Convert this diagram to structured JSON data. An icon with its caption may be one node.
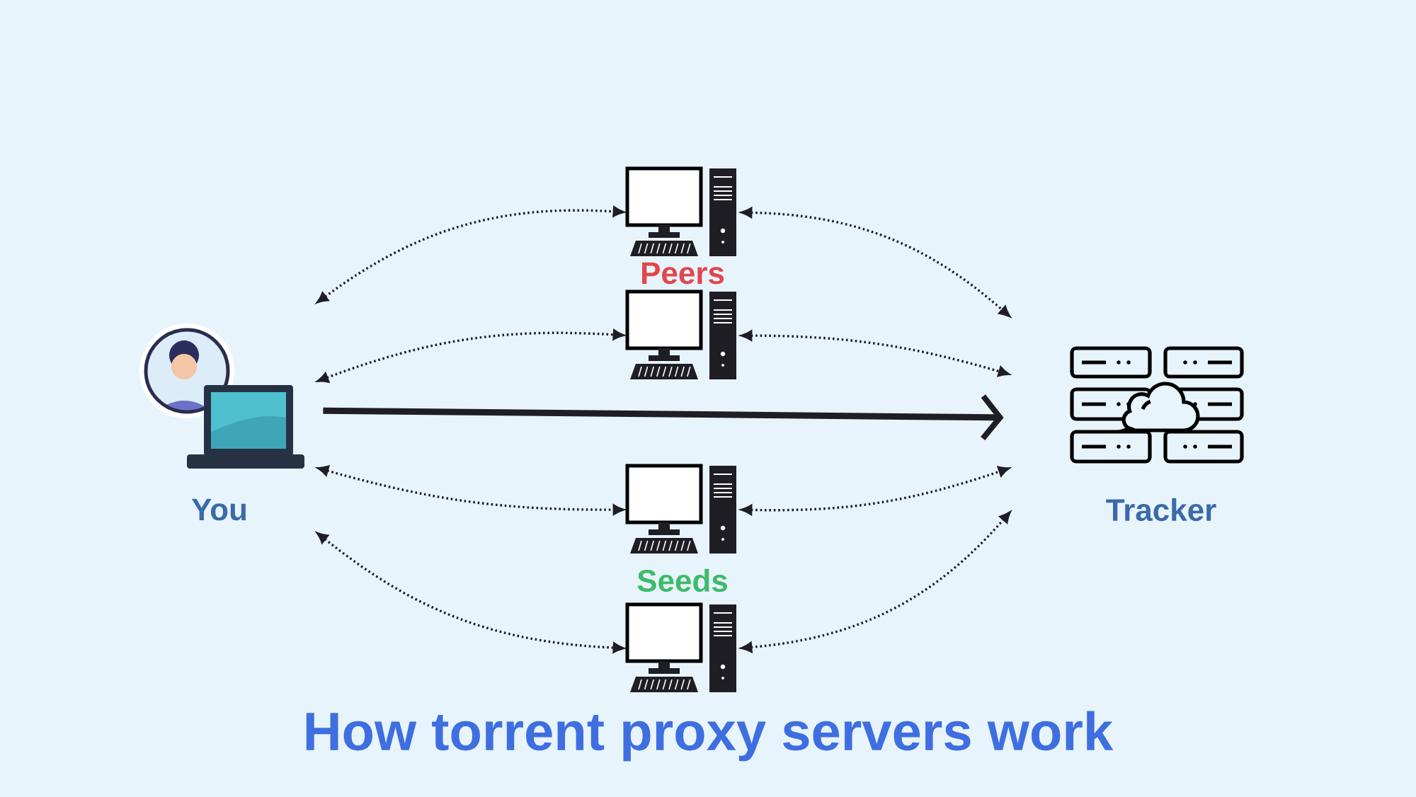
{
  "diagram": {
    "title": "How torrent proxy servers work",
    "nodes": [
      {
        "text": [
          "You"
        ]
      },
      {
        "text": [
          "Tracker"
        ]
      },
      {
        "text": [],
        "shape": "picture"
      },
      {
        "text": [],
        "shape": "picture"
      },
      {
        "text": [],
        "shape": "picture"
      },
      {
        "text": [],
        "shape": "picture"
      }
    ],
    "edges": [
      {
        "from": 0,
        "to": 1,
        "arrow": "to",
        "style": "thick"
      },
      {
        "from": 0,
        "to": 2,
        "arrow": "both",
        "style": "dashed"
      },
      {
        "from": 0,
        "to": 3,
        "arrow": "both",
        "style": "dashed"
      },
      {
        "from": 0,
        "to": 4,
        "arrow": "both",
        "style": "dashed"
      },
      {
        "from": 0,
        "to": 5,
        "arrow": "both",
        "style": "dashed"
      },
      {
        "from": 2,
        "to": 1,
        "arrow": "both",
        "style": "dashed"
      },
      {
        "from": 3,
        "to": 1,
        "arrow": "both",
        "style": "dashed"
      },
      {
        "from": 4,
        "to": 1,
        "arrow": "both",
        "style": "dashed"
      },
      {
        "from": 5,
        "to": 1,
        "arrow": "both",
        "style": "dashed"
      }
    ],
    "labels": [
      "Peers",
      "Seeds"
    ]
  }
}
